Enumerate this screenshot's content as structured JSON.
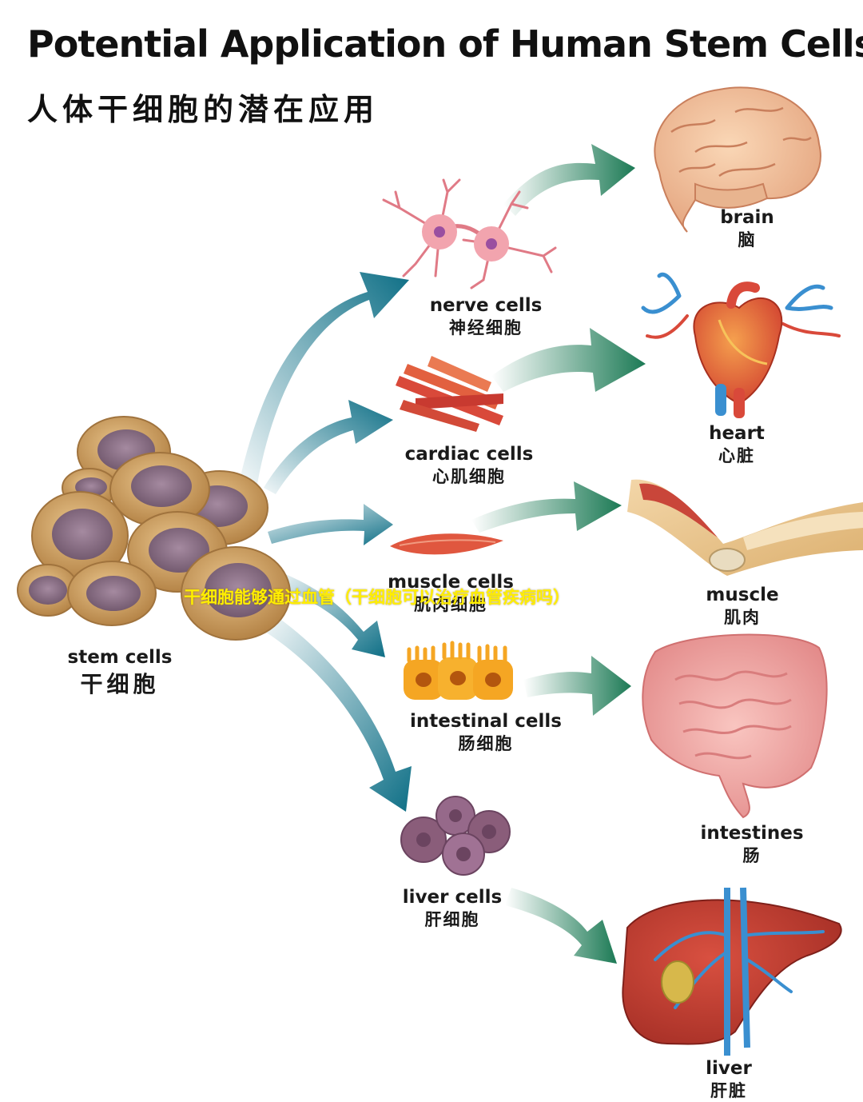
{
  "title": "Potential Application of Human Stem Cells",
  "subtitle": "人体干细胞的潜在应用",
  "overlay_caption": "干细胞能够通过血管（干细胞可以治疗血管疾病吗）",
  "source": {
    "en": "stem cells",
    "zh": "干细胞"
  },
  "cells": [
    {
      "en": "nerve cells",
      "zh": "神经细胞"
    },
    {
      "en": "cardiac cells",
      "zh": "心肌细胞"
    },
    {
      "en": "muscle cells",
      "zh": "肌肉细胞"
    },
    {
      "en": "intestinal cells",
      "zh": "肠细胞"
    },
    {
      "en": "liver cells",
      "zh": "肝细胞"
    }
  ],
  "organs": [
    {
      "en": "brain",
      "zh": "脑"
    },
    {
      "en": "heart",
      "zh": "心脏"
    },
    {
      "en": "muscle",
      "zh": "肌肉"
    },
    {
      "en": "intestines",
      "zh": "肠"
    },
    {
      "en": "liver",
      "zh": "肝脏"
    }
  ],
  "colors": {
    "arrow_teal": "#0e6f86",
    "arrow_green": "#1c7a55",
    "stem_shell": "#c89a5c",
    "stem_nucleus": "#8b6f86",
    "tissue_red": "#d9493a",
    "intestine_pink": "#ee9a9a",
    "liver_red": "#b8382c",
    "vessel_blue": "#3a8fd0"
  }
}
